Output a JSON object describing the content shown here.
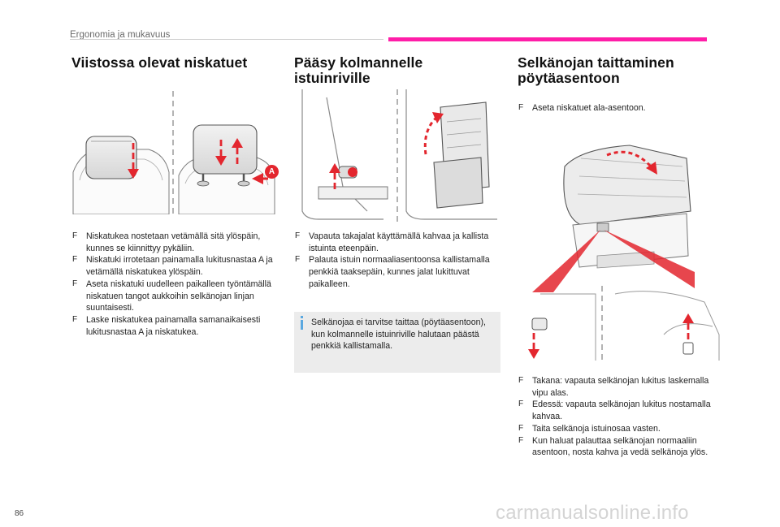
{
  "header": {
    "section": "Ergonomia ja mukavuus"
  },
  "sections": [
    {
      "title": "Viistossa olevat niskatuet",
      "illustration_label": "A",
      "bullets": [
        "Niskatukea nostetaan vetämällä sitä ylöspäin, kunnes se kiinnittyy pykäliin.",
        "Niskatuki irrotetaan painamalla lukitusnastaa A ja vetämällä niskatukea ylöspäin.",
        "Aseta niskatuki uudelleen paikalleen työntämällä niskatuen tangot aukkoihin selkänojan linjan suuntaisesti.",
        "Laske niskatukea painamalla samanaikaisesti lukitusnastaa A ja niskatukea."
      ]
    },
    {
      "title": "Pääsy kolmannelle istuinriville",
      "bullets": [
        "Vapauta takajalat käyttämällä kahvaa ja kallista istuinta eteenpäin.",
        "Palauta istuin normaaliasentoonsa kallistamalla penkkiä taaksepäin, kunnes jalat lukittuvat paikalleen."
      ],
      "info": "Selkänojaa ei tarvitse taittaa (pöytäasentoon), kun kolmannelle istuinriville halutaan päästä penkkiä kallistamalla."
    },
    {
      "title_line1": "Selkänojan taittaminen",
      "title_line2": "pöytäasentoon",
      "intro_bullet": "Aseta niskatuet ala-asentoon.",
      "bullets": [
        "Takana: vapauta selkänojan lukitus laskemalla vipu alas.",
        "Edessä: vapauta selkänojan lukitus nostamalla kahvaa.",
        "Taita selkänoja istuinosaa vasten.",
        "Kun haluat palauttaa selkänojan normaaliin asentoon, nosta kahva ja vedä selkänoja ylös."
      ]
    }
  ],
  "bullet_marker": "F",
  "page_number": "86",
  "watermark": "carmanualsonline.info",
  "colors": {
    "accent": "#ff1ea8",
    "arrow": "#e3262e",
    "info": "#5aa8e0"
  }
}
